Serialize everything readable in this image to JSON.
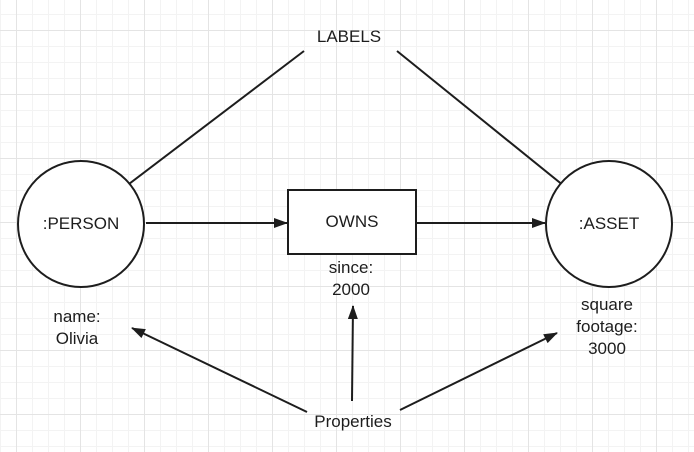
{
  "canvas": {
    "background": "#ffffff",
    "grid_minor_color": "#f3f3f3",
    "grid_major_color": "#e4e4e4",
    "stroke_color": "#1d1d1d",
    "text_color": "#1d1d1d"
  },
  "diagram": {
    "labels_title": "LABELS",
    "properties_title": "Properties",
    "nodes": {
      "person": {
        "label": ":PERSON"
      },
      "owns": {
        "label": "OWNS"
      },
      "asset": {
        "label": ":ASSET"
      }
    },
    "properties": {
      "person": {
        "line1": "name:",
        "line2": "Olivia"
      },
      "owns": {
        "line1": "since:",
        "line2": "2000"
      },
      "asset": {
        "line1": "square",
        "line2": "footage:",
        "line3": "3000"
      }
    }
  }
}
